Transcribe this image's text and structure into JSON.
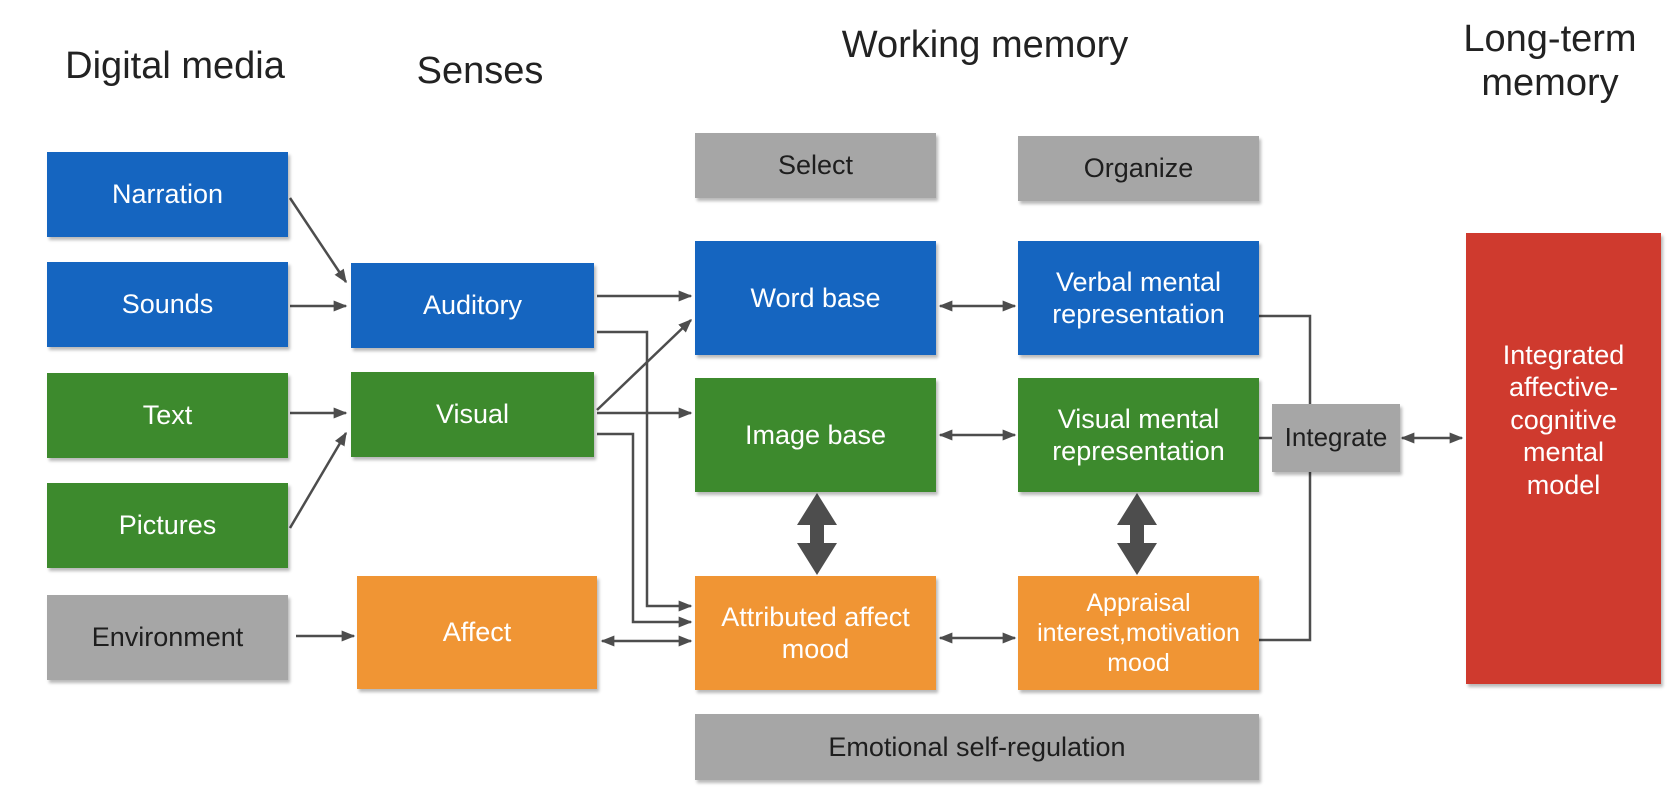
{
  "headers": {
    "digital_media": "Digital media",
    "senses": "Senses",
    "working_memory": "Working memory",
    "long_term_memory": "Long-term\nmemory"
  },
  "digital_media": {
    "narration": "Narration",
    "sounds": "Sounds",
    "text": "Text",
    "pictures": "Pictures",
    "environment": "Environment"
  },
  "senses": {
    "auditory": "Auditory",
    "visual": "Visual",
    "affect": "Affect"
  },
  "working_memory": {
    "select": "Select",
    "organize": "Organize",
    "word_base": "Word base",
    "image_base": "Image base",
    "attributed_affect": "Attributed affect\nmood",
    "verbal_rep": "Verbal mental\nrepresentation",
    "visual_rep": "Visual mental\nrepresentation",
    "appraisal": "Appraisal\ninterest,motivation\nmood",
    "emotional_regulation": "Emotional self-regulation",
    "integrate": "Integrate"
  },
  "long_term_memory": {
    "model": "Integrated\naffective-\ncognitive\nmental\nmodel"
  },
  "colors": {
    "blue": "#1565c0",
    "green": "#3d8a2d",
    "orange": "#f09534",
    "gray": "#a6a6a6",
    "red": "#cf3a2e"
  }
}
